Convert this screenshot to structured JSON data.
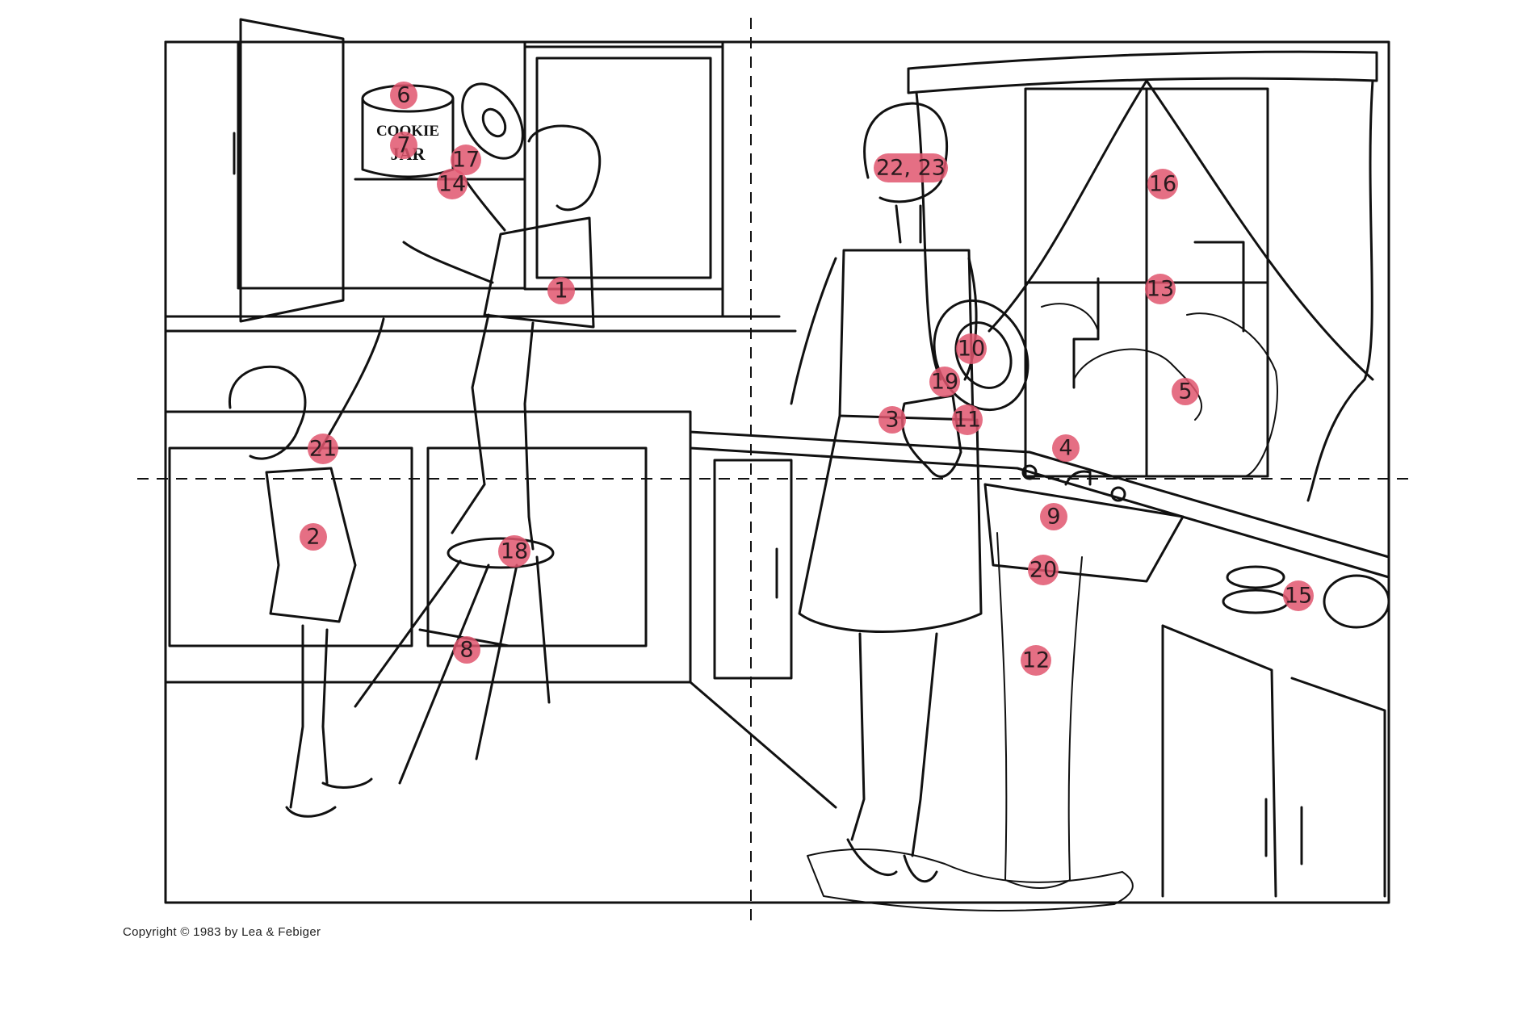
{
  "image": {
    "copyright": "Copyright © 1983 by Lea & Febiger",
    "jar_label_line1": "COOKIE",
    "jar_label_line2": "JAR"
  },
  "markers": [
    {
      "label": "1"
    },
    {
      "label": "2"
    },
    {
      "label": "3"
    },
    {
      "label": "4"
    },
    {
      "label": "5"
    },
    {
      "label": "6"
    },
    {
      "label": "7"
    },
    {
      "label": "8"
    },
    {
      "label": "9"
    },
    {
      "label": "10"
    },
    {
      "label": "11"
    },
    {
      "label": "12"
    },
    {
      "label": "13"
    },
    {
      "label": "14"
    },
    {
      "label": "15"
    },
    {
      "label": "16"
    },
    {
      "label": "17"
    },
    {
      "label": "18"
    },
    {
      "label": "19"
    },
    {
      "label": "20"
    },
    {
      "label": "21"
    },
    {
      "label": "22, 23"
    }
  ],
  "colors": {
    "marker": "#e0566e",
    "ink": "#111111",
    "background": "#ffffff"
  }
}
